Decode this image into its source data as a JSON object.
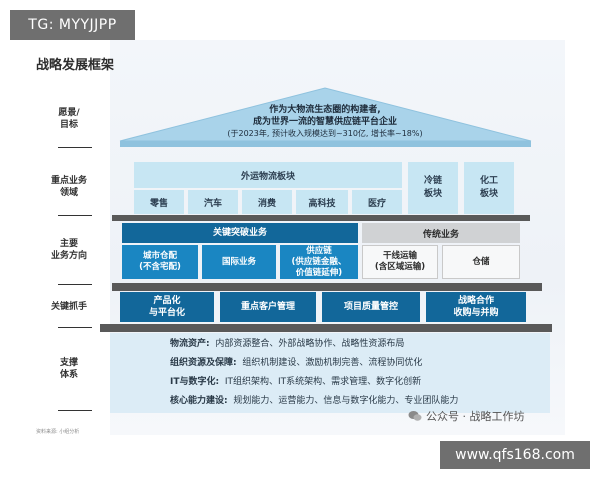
{
  "watermark_tag": "TG: MYYJJPP",
  "title": "战略发展框架",
  "side_labels": [
    "愿景/\n目标",
    "重点业务\n领域",
    "主要\n业务方向",
    "关键抓手",
    "支撑\n体系"
  ],
  "vision": {
    "line1": "作为大物流生态圈的构建者,",
    "line2": "成为世界一流的智慧供应链平台企业",
    "line3": "(于2023年, 预计收入规模达到~310亿, 增长率~18%)"
  },
  "key_domains": {
    "outbound": {
      "header": "外运物流板块",
      "items": [
        "零售",
        "汽车",
        "消费",
        "高科技",
        "医疗"
      ]
    },
    "cold_chain": "冷链\n板块",
    "chemical": "化工\n板块"
  },
  "business_direction": {
    "breakthrough": {
      "header": "关键突破业务",
      "items": [
        "城市仓配\n(不含宅配)",
        "国际业务",
        "供应链\n(供应链金融、\n价值链延伸)"
      ]
    },
    "traditional": {
      "header": "传统业务",
      "items": [
        "干线运输\n(含区域运输)",
        "仓储"
      ]
    }
  },
  "key_levers": [
    "产品化\n与平台化",
    "重点客户管理",
    "项目质量管控",
    "战略合作\n收购与并购"
  ],
  "support_system": [
    {
      "key": "物流资产:",
      "text": "内部资源整合、外部战略协作、战略性资源布局"
    },
    {
      "key": "组织资源及保障:",
      "text": "组织机制建设、激励机制完善、流程协同优化"
    },
    {
      "key": "IT与数字化:",
      "text": "IT组织架构、IT系统架构、需求管理、数字化创新"
    },
    {
      "key": "核心能力建设:",
      "text": "规划能力、运营能力、信息与数字化能力、专业团队能力"
    }
  ],
  "footnote": "资料来源: 小组分析",
  "wechat": "公众号 · 战略工作坊",
  "url_tag": "www.qfs168.com",
  "colors": {
    "dark_blue": "#12679a",
    "mid_blue": "#1a86c2",
    "light_blue": "#c7e6f3",
    "roof_blue": "#a9d3ea",
    "slab_grey": "#595959",
    "banner_grey": "#6f6f6f"
  }
}
